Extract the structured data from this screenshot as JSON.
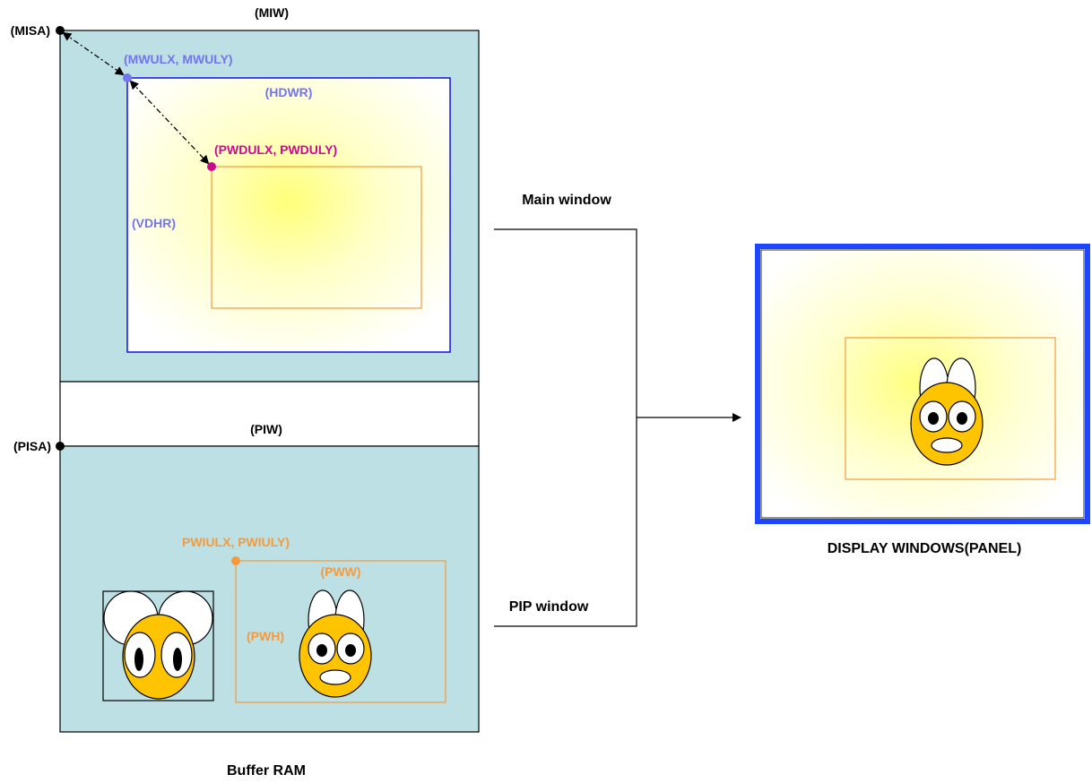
{
  "labels": {
    "miw": "(MIW)",
    "misa": "(MISA)",
    "main_ulxy": "(MWULX, MWULY)",
    "hdwr": "(HDWR)",
    "vdhr": "(VDHR)",
    "pwd_ulxy": "(PWDULX, PWDULY)",
    "piw": "(PIW)",
    "pisa": "(PISA)",
    "pwi_ulxy": "PWIULX, PWIULY)",
    "pww": "(PWW)",
    "pwh": "(PWH)",
    "main_window": "Main window",
    "pip_window": "PIP window",
    "display_title": "DISPLAY WINDOWS(PANEL)",
    "buffer_ram": "Buffer RAM"
  },
  "colors": {
    "buffer_fill": "#bde0e4",
    "main_blue": "#0000ee",
    "label_blue": "#7474ee",
    "pip_orange": "#f59a3c",
    "pip_magenta": "#cc0a8e",
    "panel_blue": "#1e46ff",
    "face_yellow": "#ffc400",
    "glow_yellow": "#ffff7a"
  }
}
